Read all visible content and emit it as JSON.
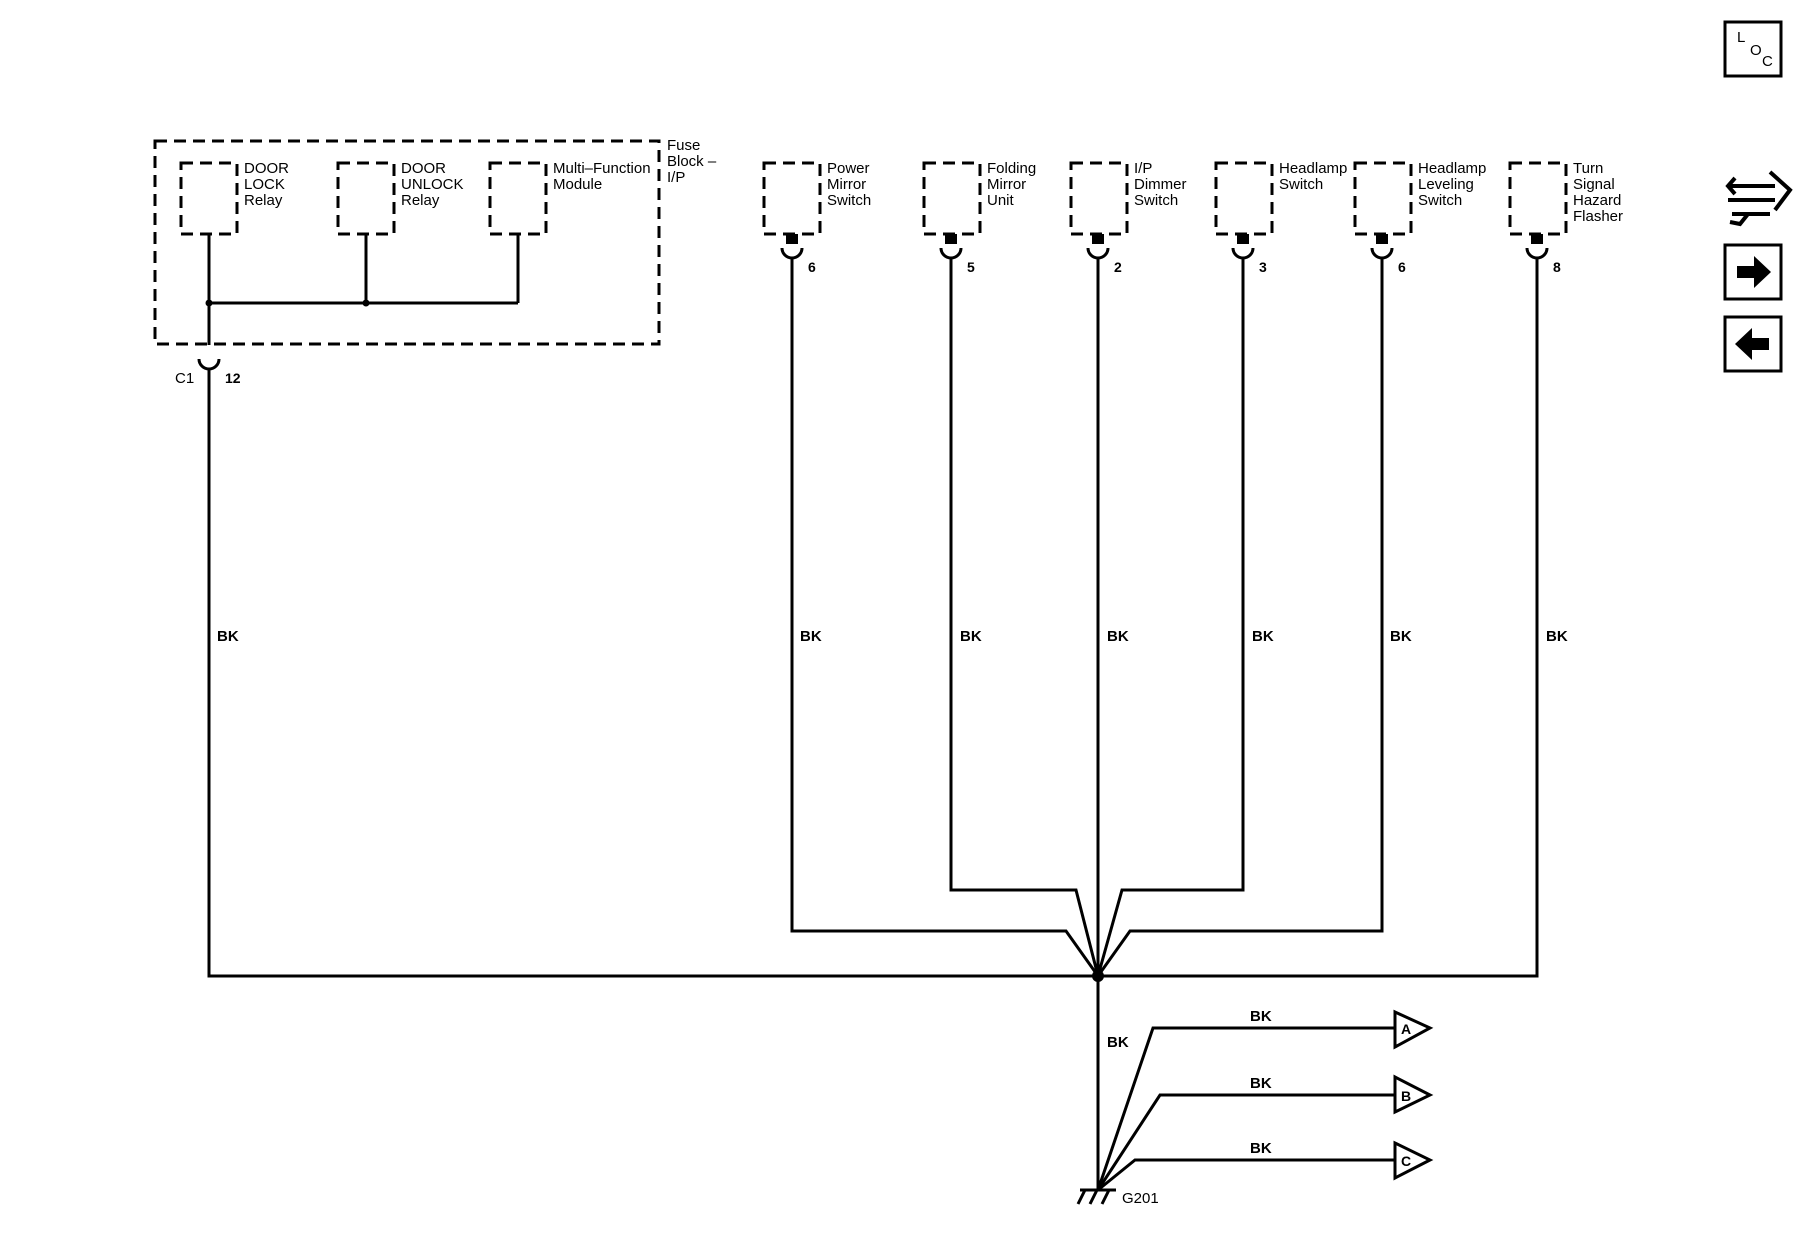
{
  "fuse_block": {
    "label_lines": [
      "Fuse",
      "Block –",
      "I/P"
    ],
    "connector": "C1",
    "pin": "12",
    "wire_color": "BK",
    "internal": [
      {
        "label_lines": [
          "DOOR",
          "LOCK",
          "Relay"
        ]
      },
      {
        "label_lines": [
          "DOOR",
          "UNLOCK",
          "Relay"
        ]
      },
      {
        "label_lines": [
          "Multi–Function",
          "Module"
        ]
      }
    ]
  },
  "components": [
    {
      "label_lines": [
        "Power",
        "Mirror",
        "Switch"
      ],
      "pin": "6",
      "wire_color": "BK"
    },
    {
      "label_lines": [
        "Folding",
        "Mirror",
        "Unit"
      ],
      "pin": "5",
      "wire_color": "BK"
    },
    {
      "label_lines": [
        "I/P",
        "Dimmer",
        "Switch"
      ],
      "pin": "2",
      "wire_color": "BK"
    },
    {
      "label_lines": [
        "Headlamp",
        "Switch"
      ],
      "pin": "3",
      "wire_color": "BK"
    },
    {
      "label_lines": [
        "Headlamp",
        "Leveling",
        "Switch"
      ],
      "pin": "6",
      "wire_color": "BK"
    },
    {
      "label_lines": [
        "Turn",
        "Signal",
        "Hazard",
        "Flasher"
      ],
      "pin": "8",
      "wire_color": "BK"
    }
  ],
  "trunk_wire_color": "BK",
  "ground": {
    "label": "G201"
  },
  "offpage": [
    {
      "letter": "A",
      "wire_color": "BK"
    },
    {
      "letter": "B",
      "wire_color": "BK"
    },
    {
      "letter": "C",
      "wire_color": "BK"
    }
  ],
  "nav": {
    "loc": {
      "letters": [
        "L",
        "O",
        "C"
      ]
    },
    "icons": [
      "connector-view-icon",
      "next-arrow-icon",
      "previous-arrow-icon"
    ]
  }
}
